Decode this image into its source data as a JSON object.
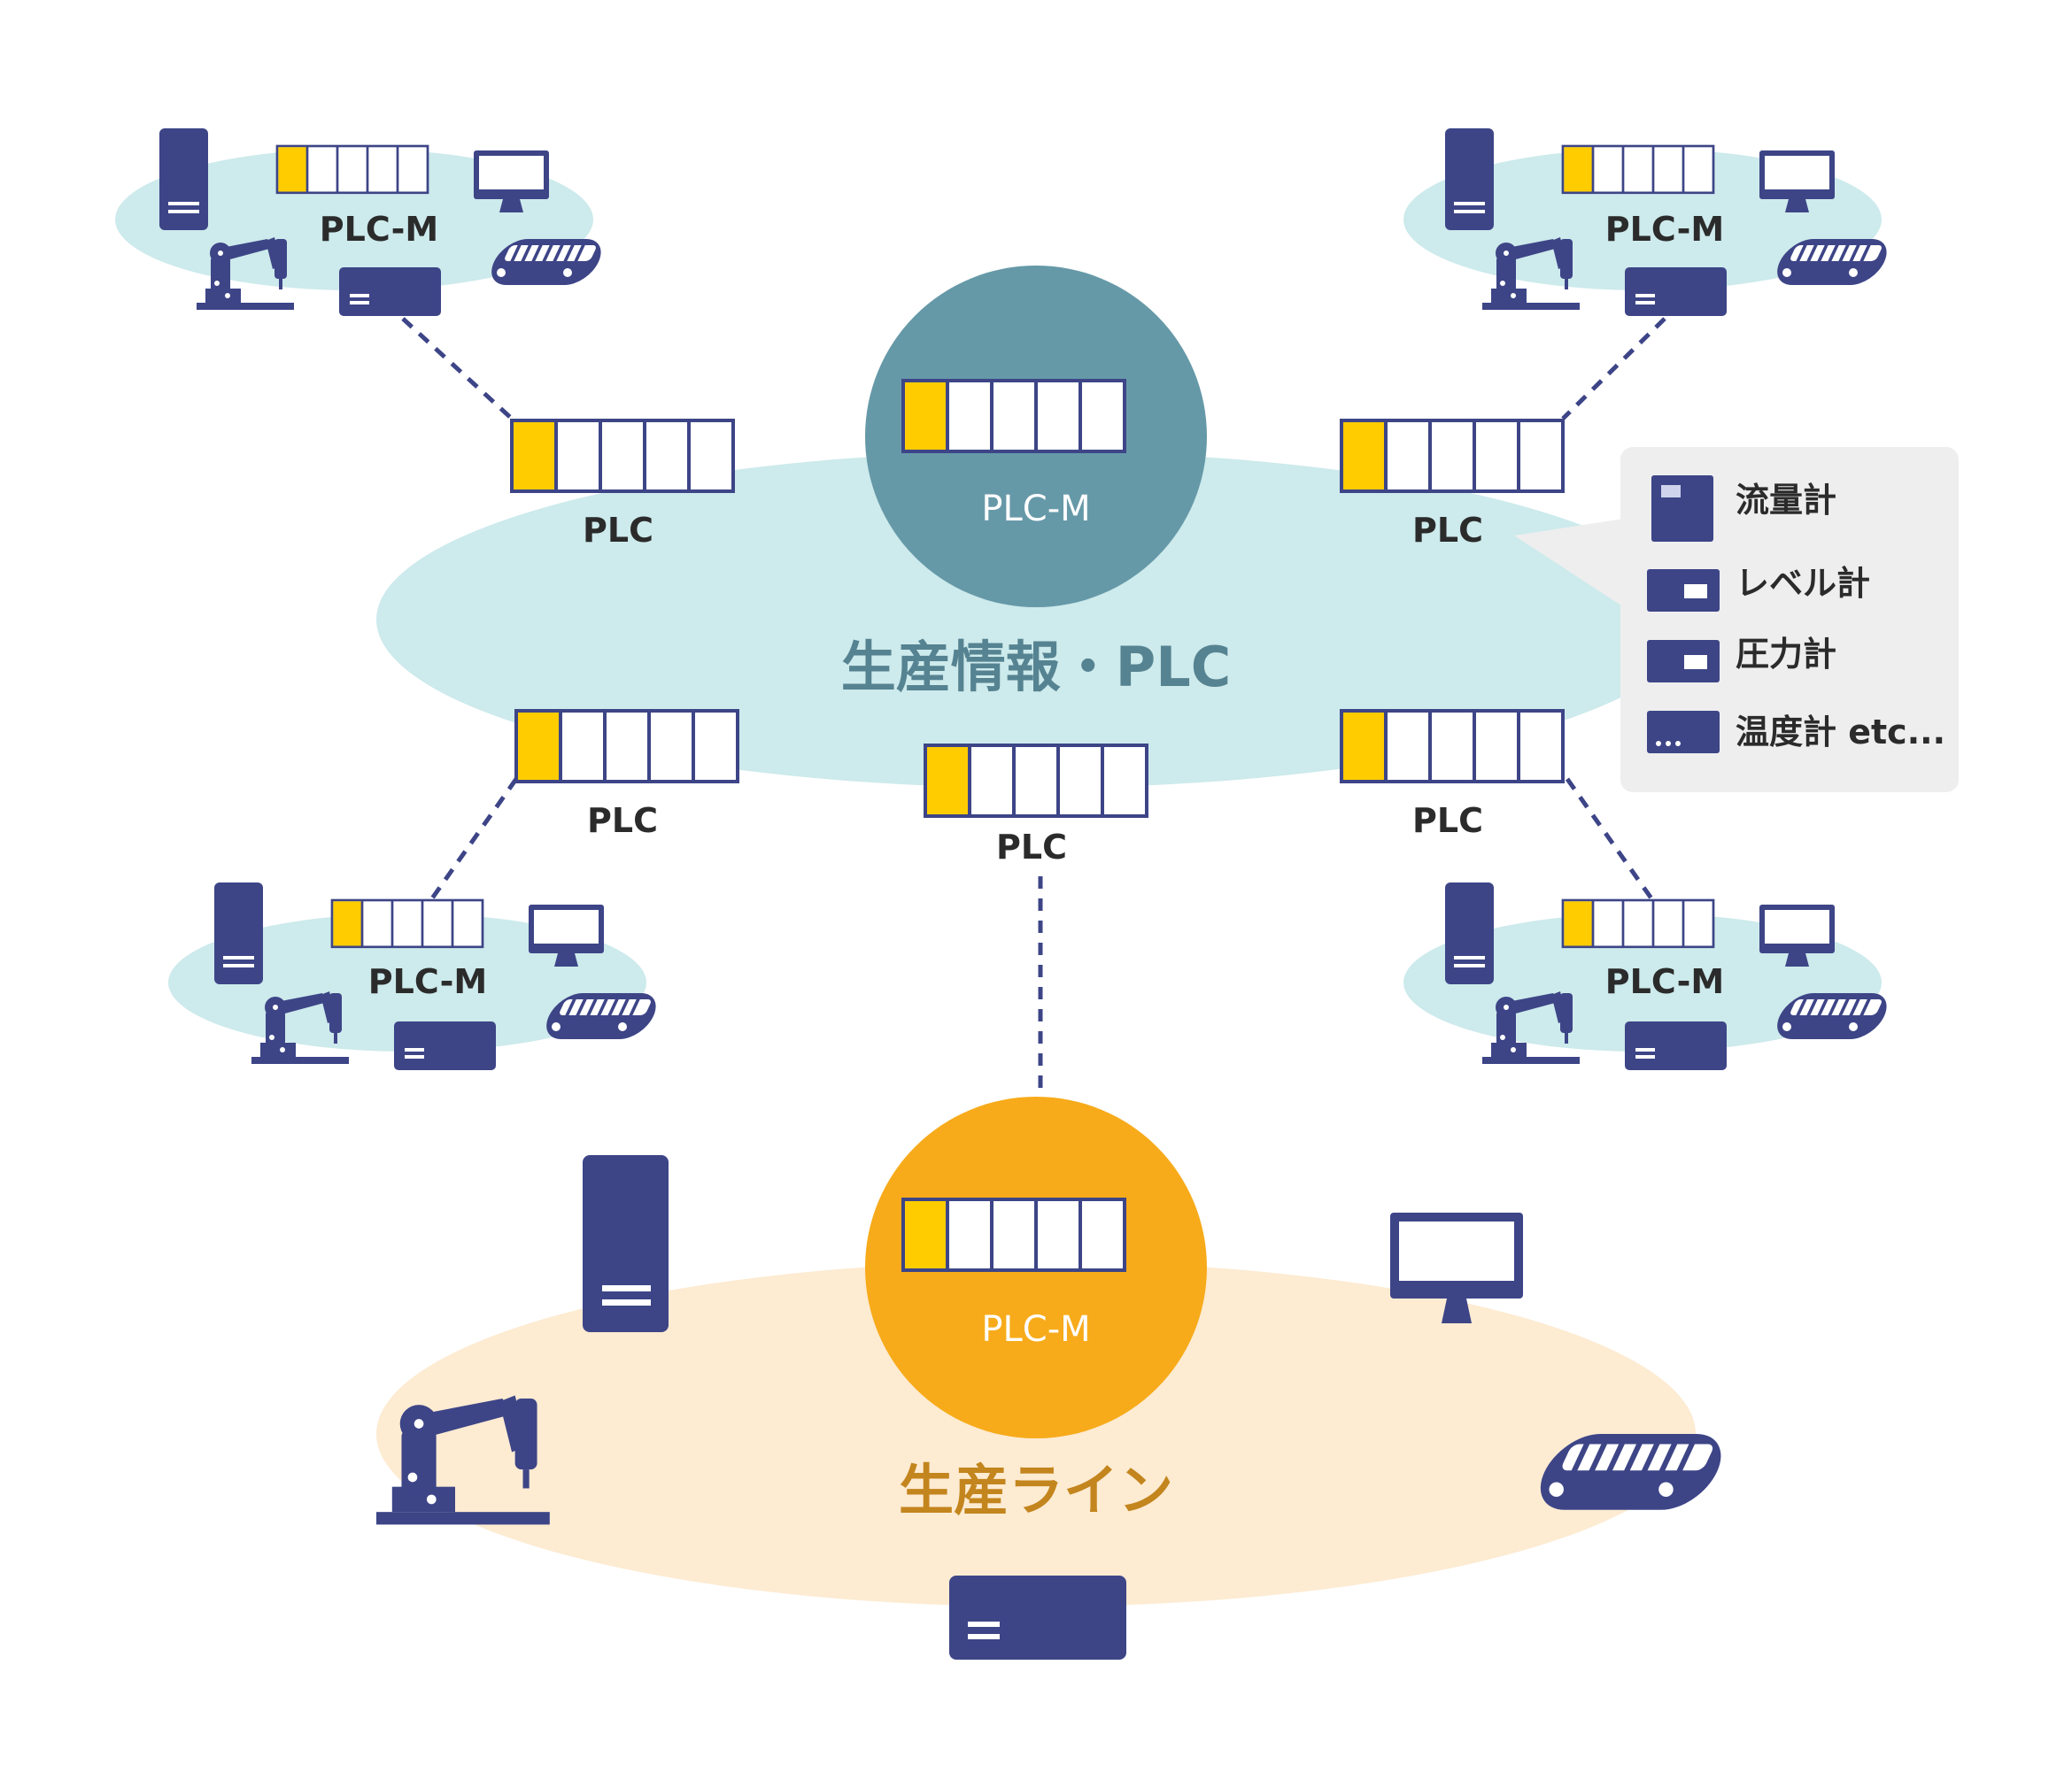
{
  "colors": {
    "navy": "#3d4587",
    "yellow": "#ffcc00",
    "teal_zone": "#cdeaec",
    "teal_circle": "#6699a8",
    "orange_zone": "#fdebd2",
    "orange_circle": "#f7ab1a",
    "legend_bg": "#eeeeee",
    "title_teal": "#568391",
    "title_orange": "#c3851d"
  },
  "main_zone": {
    "title": "生産情報・PLC",
    "hub_label": "PLC-M"
  },
  "line_zone": {
    "title": "生産ライン",
    "hub_label": "PLC-M"
  },
  "plc_nodes": [
    {
      "label": "PLC"
    },
    {
      "label": "PLC"
    },
    {
      "label": "PLC"
    },
    {
      "label": "PLC"
    },
    {
      "label": "PLC"
    }
  ],
  "clusters": [
    {
      "label": "PLC-M"
    },
    {
      "label": "PLC-M"
    },
    {
      "label": "PLC-M"
    },
    {
      "label": "PLC-M"
    }
  ],
  "legend": {
    "items": [
      {
        "icon": "flow-meter-icon",
        "label": "流量計"
      },
      {
        "icon": "level-meter-icon",
        "label": "レベル計"
      },
      {
        "icon": "pressure-gauge-icon",
        "label": "圧力計"
      },
      {
        "icon": "thermometer-icon",
        "label": "温度計 etc..."
      }
    ]
  }
}
